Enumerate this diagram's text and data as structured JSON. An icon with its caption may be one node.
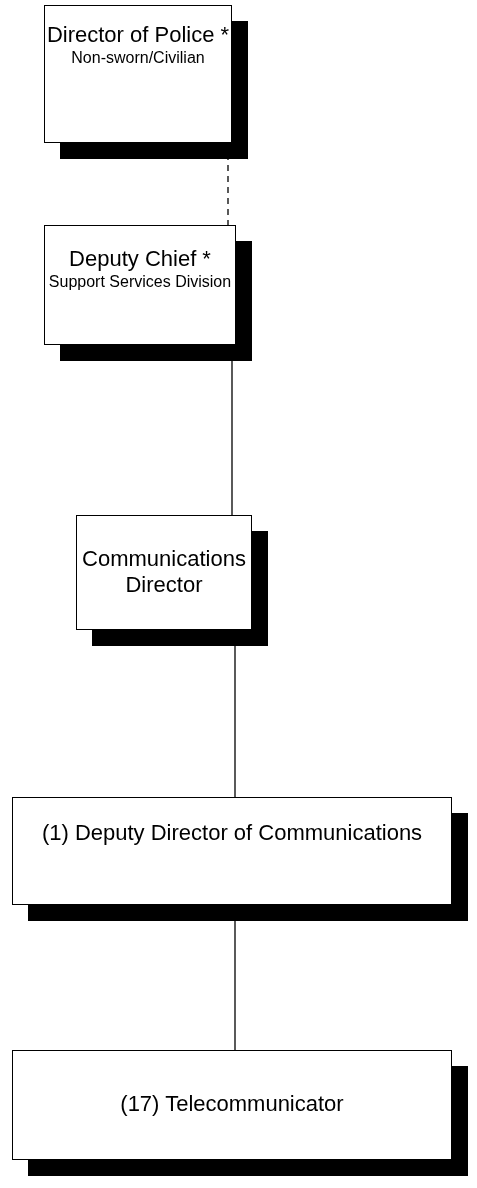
{
  "diagram": {
    "nodes": [
      {
        "text": [
          "Director of Police *",
          "Non-sworn/Civilian"
        ]
      },
      {
        "text": [
          "Deputy Chief *",
          "Support Services Division"
        ]
      },
      {
        "text": [
          "Communications Director"
        ]
      },
      {
        "text": [
          "(1) Deputy Director of Communications"
        ]
      },
      {
        "text": [
          "(17) Telecommunicator"
        ]
      }
    ],
    "edges": [
      {
        "from": 0,
        "to": 1,
        "arrow": "none",
        "style": "dashed"
      },
      {
        "from": 1,
        "to": 2,
        "arrow": "none"
      },
      {
        "from": 2,
        "to": 3,
        "arrow": "none"
      },
      {
        "from": 3,
        "to": 4,
        "arrow": "none"
      }
    ]
  }
}
